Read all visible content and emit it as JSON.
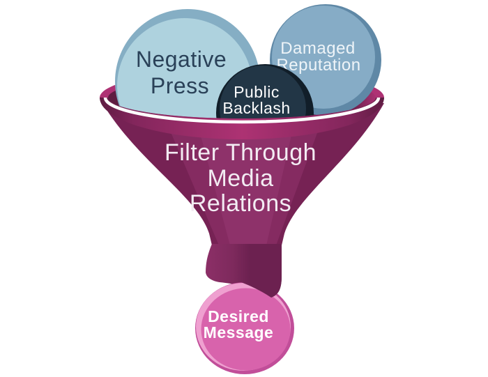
{
  "figure": {
    "kind": "funnel-infographic",
    "background": "#ffffff"
  },
  "input_bubbles": {
    "negative_press": {
      "line1": "Negative",
      "line2": "Press",
      "fill": "#aed2de",
      "rim": "#85aec4",
      "text_color": "#2a4158"
    },
    "damaged_reputation": {
      "line1": "Damaged",
      "line2": "Reputation",
      "fill": "#86acc6",
      "rim": "#5f88a6",
      "text_color": "#eef4f8"
    },
    "public_backlash": {
      "line1": "Public",
      "line2": "Backlash",
      "fill": "#223646",
      "rim": "#111e29",
      "text_color": "#fdfdfe"
    }
  },
  "funnel": {
    "label_line1": "Filter Through",
    "label_line2": "Media",
    "label_line3": "Relations",
    "text_color": "#f3ecf3",
    "rim_top_color": "#ae3274",
    "front_band_color": "#ab3172",
    "interior_shadow_color": "#5e1c41",
    "cone_edge_color": "#762254",
    "cone_mid_color": "#852b61",
    "cone_center_color": "#8e326a",
    "spout_dark_color": "#6c2150",
    "stripe_color": "#ffffff"
  },
  "output_bubble": {
    "desired_message": {
      "line1": "Desired",
      "line2": "Message",
      "fill": "#d863ac",
      "rim_light": "#efa0d0",
      "rim_dark": "#c14e99",
      "text_color": "#ffffff"
    }
  }
}
